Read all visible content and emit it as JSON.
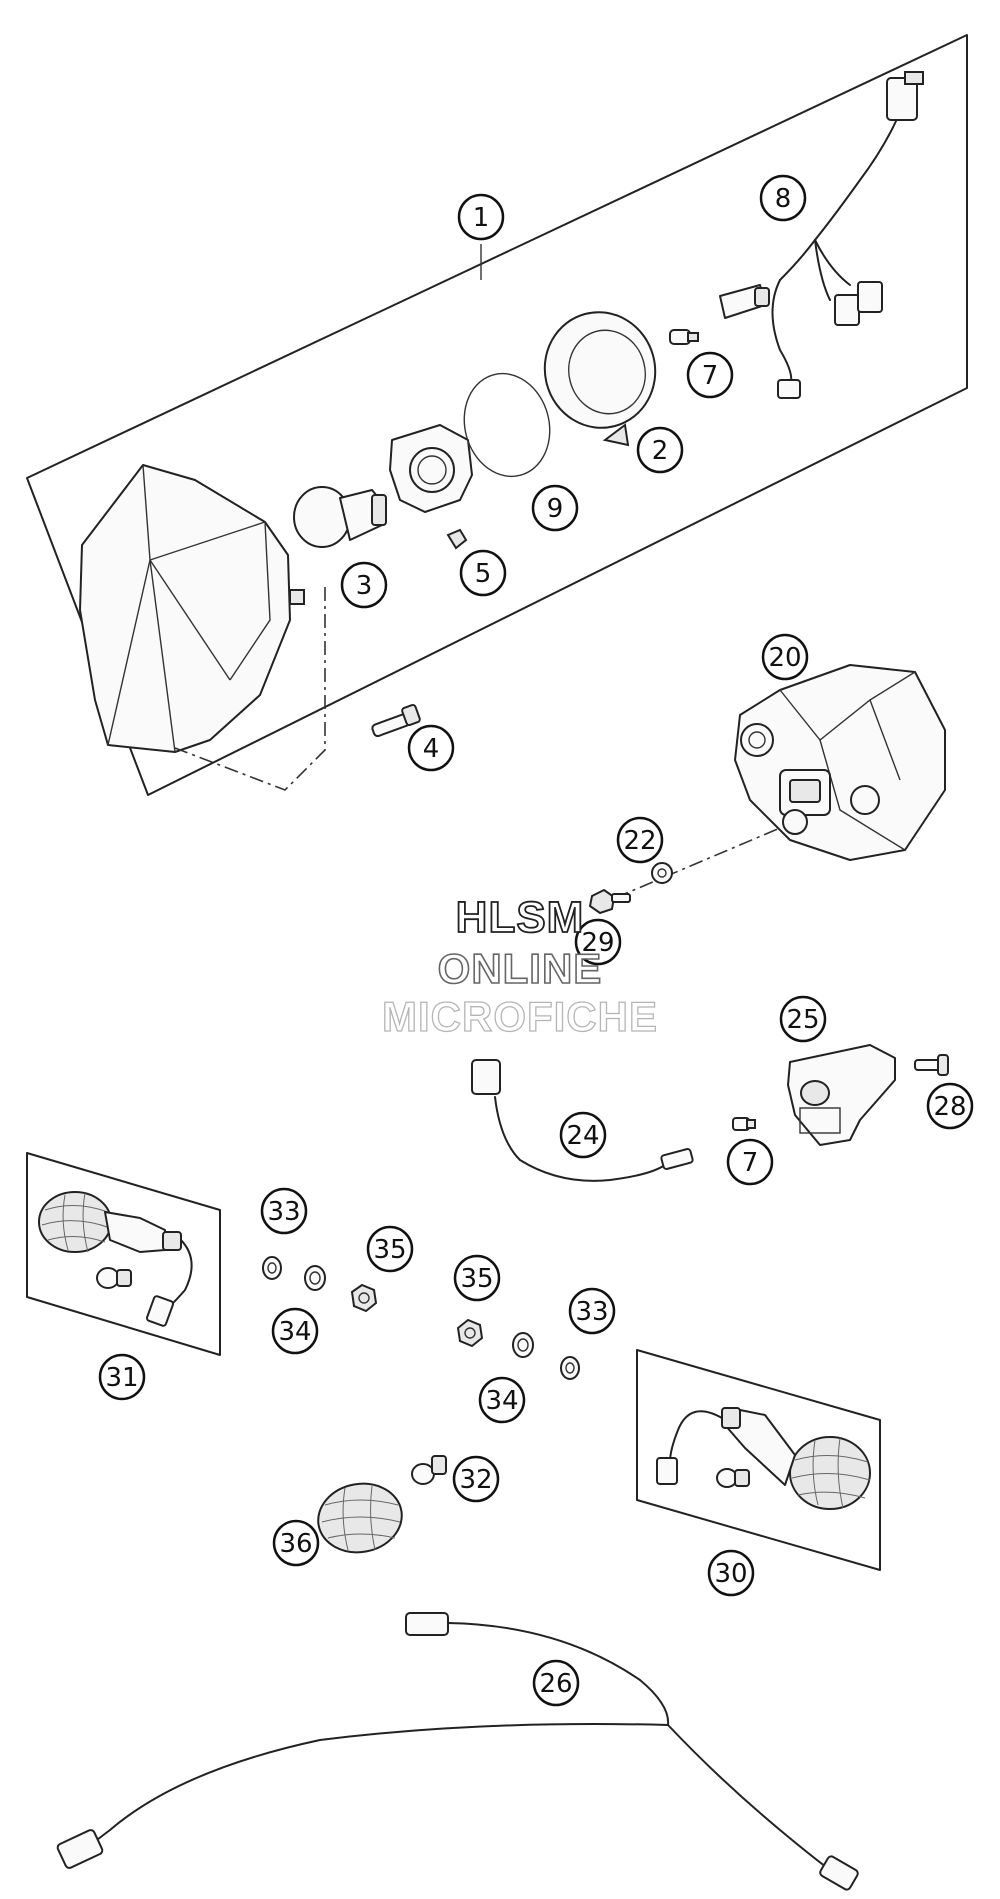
{
  "callouts": [
    {
      "id": "c1",
      "label": "1"
    },
    {
      "id": "c8",
      "label": "8"
    },
    {
      "id": "c7a",
      "label": "7"
    },
    {
      "id": "c2",
      "label": "2"
    },
    {
      "id": "c9",
      "label": "9"
    },
    {
      "id": "c3",
      "label": "3"
    },
    {
      "id": "c5",
      "label": "5"
    },
    {
      "id": "c4",
      "label": "4"
    },
    {
      "id": "c20",
      "label": "20"
    },
    {
      "id": "c22",
      "label": "22"
    },
    {
      "id": "c29",
      "label": "29"
    },
    {
      "id": "c25",
      "label": "25"
    },
    {
      "id": "c28",
      "label": "28"
    },
    {
      "id": "c24",
      "label": "24"
    },
    {
      "id": "c7b",
      "label": "7"
    },
    {
      "id": "c33a",
      "label": "33"
    },
    {
      "id": "c35a",
      "label": "35"
    },
    {
      "id": "c34a",
      "label": "34"
    },
    {
      "id": "c35b",
      "label": "35"
    },
    {
      "id": "c33b",
      "label": "33"
    },
    {
      "id": "c34b",
      "label": "34"
    },
    {
      "id": "c31",
      "label": "31"
    },
    {
      "id": "c32",
      "label": "32"
    },
    {
      "id": "c36",
      "label": "36"
    },
    {
      "id": "c30",
      "label": "30"
    },
    {
      "id": "c26",
      "label": "26"
    }
  ],
  "watermark": {
    "line1": "HLSM",
    "line2": "ONLINE",
    "line3": "MICROFICHE"
  }
}
